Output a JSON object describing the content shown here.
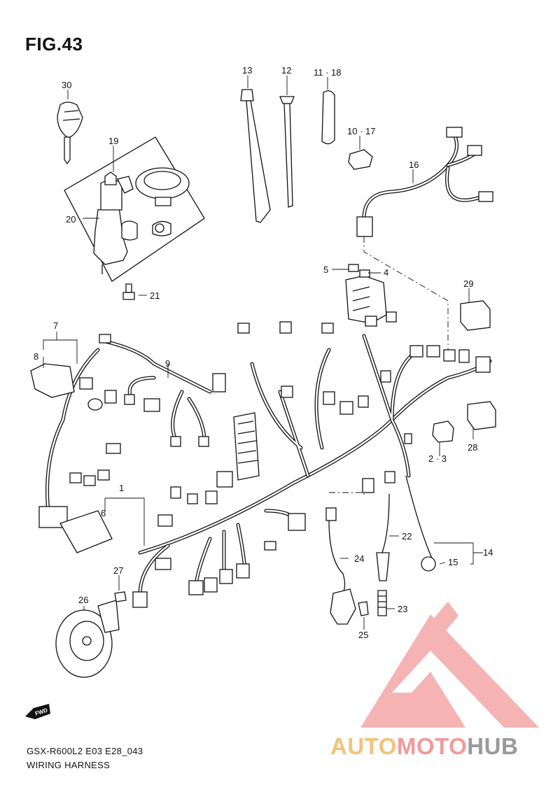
{
  "figure": {
    "title": "FIG.43",
    "model_code": "GSX-R600L2 E03 E28_043",
    "section_name": "WIRING HARNESS"
  },
  "callouts": [
    {
      "id": "c1",
      "label": "1"
    },
    {
      "id": "c2-3",
      "label": "2 · 3"
    },
    {
      "id": "c4",
      "label": "4"
    },
    {
      "id": "c5",
      "label": "5"
    },
    {
      "id": "c6",
      "label": "6"
    },
    {
      "id": "c7",
      "label": "7"
    },
    {
      "id": "c8",
      "label": "8"
    },
    {
      "id": "c9",
      "label": "9"
    },
    {
      "id": "c10-17",
      "label": "10 · 17"
    },
    {
      "id": "c11-18",
      "label": "11 · 18"
    },
    {
      "id": "c12",
      "label": "12"
    },
    {
      "id": "c13",
      "label": "13"
    },
    {
      "id": "c14",
      "label": "14"
    },
    {
      "id": "c15",
      "label": "15"
    },
    {
      "id": "c16",
      "label": "16"
    },
    {
      "id": "c19",
      "label": "19"
    },
    {
      "id": "c20",
      "label": "20"
    },
    {
      "id": "c21",
      "label": "21"
    },
    {
      "id": "c22",
      "label": "22"
    },
    {
      "id": "c23",
      "label": "23"
    },
    {
      "id": "c24",
      "label": "24"
    },
    {
      "id": "c25",
      "label": "25"
    },
    {
      "id": "c26",
      "label": "26"
    },
    {
      "id": "c27",
      "label": "27"
    },
    {
      "id": "c28",
      "label": "28"
    },
    {
      "id": "c29",
      "label": "29"
    },
    {
      "id": "c30",
      "label": "30"
    }
  ],
  "fwd_indicator": {
    "label": "FWD",
    "icon": "fwd-arrow-icon"
  },
  "watermark": {
    "part_a": "AUTO",
    "part_b": "MOTO",
    "part_c": "HUB",
    "colors": {
      "triangle": "#f29a9a",
      "auto": "#f3c27a",
      "moto": "#f29a9a",
      "hub": "#9a9a9a"
    }
  }
}
